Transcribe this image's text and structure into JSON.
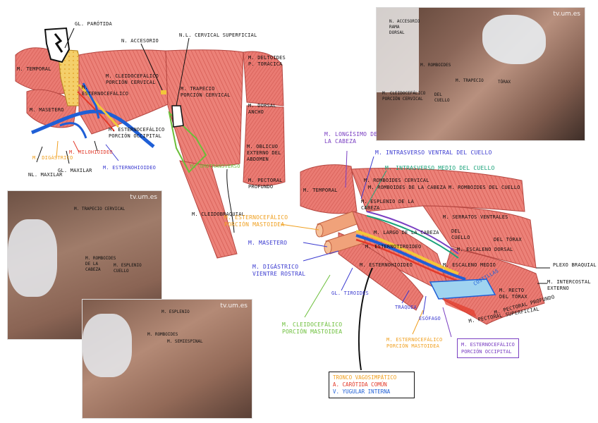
{
  "colors": {
    "muscle": "#e8706a",
    "muscle_dark": "#c94a44",
    "artery": "#e23a2a",
    "vein": "#1f5fd6",
    "nerve": "#f2c63a",
    "purple": "#7a3fc2",
    "teal": "#1ba37a",
    "orange": "#f0a020",
    "green": "#6cbf3a"
  },
  "top_left": {
    "labels": {
      "gl_parotida": "GL. PARÓTIDA",
      "m_temporal": "M. TEMPORAL",
      "m_masetero": "M. MASETERO",
      "m_digastrico": "M. DIGÁSTRICO",
      "m_milohioideo": "M. MILOHIOIDEO",
      "nl_maxilar": "NL. MAXILAR",
      "gl_maxilar": "GL. MAXILAR",
      "m_esternohioideo": "M. ESTERNOHIOIDEO",
      "m_cleido_cervical": "M. CLEIDOCEFÁLICO\nPORCIÓN CERVICAL",
      "m_esternocef": "M. ESTERNOCEFÁLICO",
      "m_esternocef_occip": "M. ESTERNOCEFÁLICO\nPORCIÓN OCCIPITAL",
      "n_accesorio": "N. ACCESORIO",
      "nl_cervical_sup": "N.L. CERVICAL SUPERFICIAL",
      "m_trapecio": "M. TRAPECIO\nPORCIÓN CERVICAL",
      "m_omotransverso": "M. OMOTRANSVERSO",
      "m_cleidobraquial": "M. CLEIDOBRAQUIAL",
      "m_deltoides": "M. DELTOIDES\nP. TORÁCICA",
      "m_dorsal_ancho": "M. DORSAL\nANCHO",
      "m_oblicuo": "M. OBLICUO\nEXTERNO DEL\nABDOMEN",
      "m_pectoral_prof": "M. PECTORAL\nPROFUNDO"
    }
  },
  "photo_tr": {
    "watermark": "tv.um.es",
    "labels": {
      "n_accesorio": "N. ACCESORIO\nRAMA\nDORSAL",
      "m_cleido": "M. CLEIDOCEFÁLICO\nPORCIÓN CERVICAL",
      "del_cuello": "DEL\nCUELLO",
      "m_trapecio": "M. TRAPECIO",
      "torax": "TÓRAX",
      "m_romboides": "M. ROMBOIDES"
    }
  },
  "photo_l1": {
    "watermark": "tv.um.es",
    "labels": {
      "m_trapecio": "M. TRAPECIO CERVICAL",
      "m_romboides": "M. ROMBOIDES\nDE LA\nCABEZA",
      "m_esplenio": "M. ESPLENIO\nCUELLO"
    }
  },
  "photo_l2": {
    "watermark": "tv.um.es",
    "labels": {
      "m_esplenio": "M. ESPLENIO",
      "m_romboides": "M. ROMBOIDES",
      "m_semispinal": "M. SEMIESPINAL"
    }
  },
  "right": {
    "labels": {
      "m_longisimo": "M. LONGÍSIMO DE\nLA CABEZA",
      "m_intertrans_ventral": "M. INTRASVERSO VENTRAL DEL CUELLO",
      "m_intertrans_medio": "M. INTRASVERSO MEDIO DEL CUELLO",
      "m_temporal": "M. TEMPORAL",
      "m_romboides_cerv": "M. ROMBOIDES CERVICAL",
      "m_romboides_cabeza": "M. ROMBOIDES DE LA CABEZA",
      "m_romboides_cuello": "M. ROMBOIDES DEL CUELLO",
      "m_esplenio": "M. ESPLENIO DE LA\nCABEZA",
      "m_serratos": "M. SERRATOS VENTRALES",
      "del_cuello": "DEL\nCUELLO",
      "del_torax": "DEL TÓRAX",
      "m_esternocef_mast": "M. ESTERNOCEFÁLICO\nPORCIÓN MASTOIDEA",
      "m_masetero": "M. MASETERO",
      "m_largo_cabeza": "M. LARGO DE LA CABEZA",
      "m_esternotiroideo": "M. ESTERNOTIROIDEO",
      "m_esternohioideo": "M. ESTERNOHIOIDEO",
      "m_escaleno_dorsal": "M. ESCALENO DORSAL",
      "m_escaleno_medio": "M. ESCALENO MEDIO",
      "m_digastrico": "M. DIGÁSTRICO\nVIENTRE ROSTRAL",
      "plexo": "PLEXO BRAQUIAL",
      "m_intercostal": "M. INTERCOSTAL\nEXTERNO",
      "m_recto": "M. RECTO\nDEL TÓRAX",
      "m_pectoral_prof": "M. PECTORAL PROFUNDO",
      "m_pectoral_sup": "M. PECTORAL SUPERFICIAL",
      "gl_tiroides": "GL. TIROIDES",
      "traquea": "TRÁQUEA",
      "esofago": "ESÓFAGO",
      "m_cleido_mast": "M. CLEIDOCEFÁLICO\nPORCIÓN MASTOIDEA",
      "m_esternocef_mast2": "M. ESTERNOCEFÁLICO\nPORCIÓN MASTOIDEA",
      "m_esternocef_occip": "M. ESTERNOCEFÁLICO\nPORCIÓN OCCIPITAL",
      "costillas": "COSTILLAS"
    },
    "legend": {
      "tronco": "TRONCO VAGOSIMPÁTICO",
      "arteria": "A. CARÓTIDA COMÚN",
      "vena": "V. YUGULAR INTERNA"
    }
  }
}
